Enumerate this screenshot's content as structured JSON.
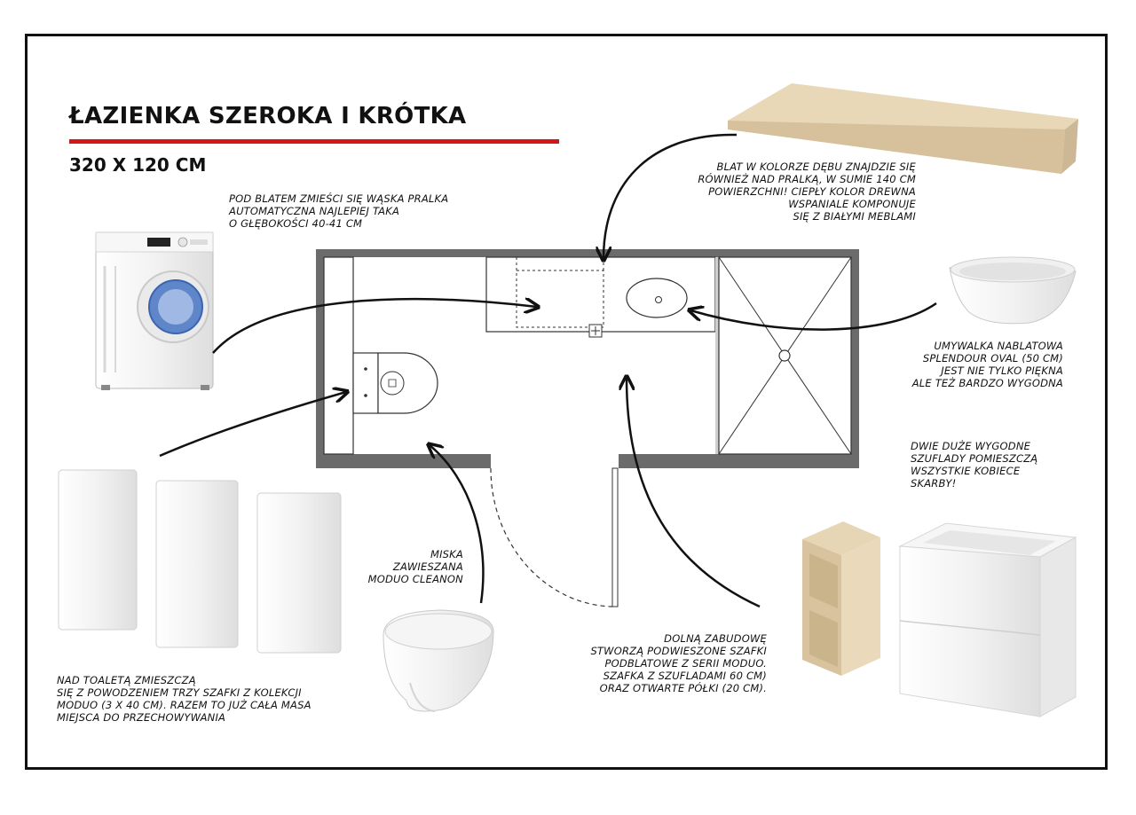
{
  "header": {
    "title": "ŁAZIENKA SZEROKA I KRÓTKA",
    "dimensions": "320 X 120 CM",
    "accent_color": "#d7141a"
  },
  "notes": {
    "washer": [
      "POD BLATEM ZMIEŚCI SIĘ WĄSKA PRALKA",
      "AUTOMATYCZNA NAJLEPIEJ TAKA",
      "O GŁĘBOKOŚCI 40-41 CM"
    ],
    "countertop": [
      "BLAT W KOLORZE DĘBU ZNAJDZIE SIĘ",
      "RÓWNIEŻ NAD PRALKĄ, W SUMIE 140 CM",
      "POWIERZCHNI! CIEPŁY KOLOR DREWNA",
      "WSPANIALE KOMPONUJE",
      "SIĘ Z BIAŁYMI MEBLAMI"
    ],
    "basin": [
      "UMYWALKA  NABLATOWA",
      "SPLENDOUR OVAL (50 CM)",
      "JEST NIE TYLKO PIĘKNA",
      "ALE TEŻ BARDZO WYGODNA"
    ],
    "drawers": [
      "DWIE DUŻE WYGODNE",
      "SZUFLADY POMIESZCZĄ",
      "WSZYSTKIE KOBIECE",
      "SKARBY!"
    ],
    "toilet": [
      "MISKA",
      "ZAWIESZANA",
      "MODUO CLEANON"
    ],
    "cabinets": [
      "DOLNĄ ZABUDOWĘ",
      "STWORZĄ PODWIESZONE SZAFKI",
      "PODBLATOWE Z SERII MODUO.",
      "SZAFKA Z SZUFLADAMI  60 CM)",
      "ORAZ OTWARTE PÓŁKI (20 CM)."
    ],
    "wall_cabinets": [
      "NAD TOALETĄ ZMIESZCZĄ",
      "SIĘ Z POWODZENIEM  TRZY SZAFKI  Z KOLEKCJI",
      "MODUO (3 X 40 CM).  RAZEM TO JUŻ CAŁA MASA",
      "MIEJSCA DO PRZECHOWYWANIA"
    ]
  },
  "colors": {
    "wall": "#6b6b6b",
    "oak": "#e4d3b3",
    "oak_edge": "#cdb896",
    "white_furniture": "#f4f4f4"
  },
  "icons": [
    "washing-machine-icon",
    "wooden-countertop-icon",
    "oval-basin-icon",
    "wall-cabinet-icon",
    "hung-toilet-icon",
    "open-shelf-icon",
    "drawer-cabinet-icon"
  ]
}
